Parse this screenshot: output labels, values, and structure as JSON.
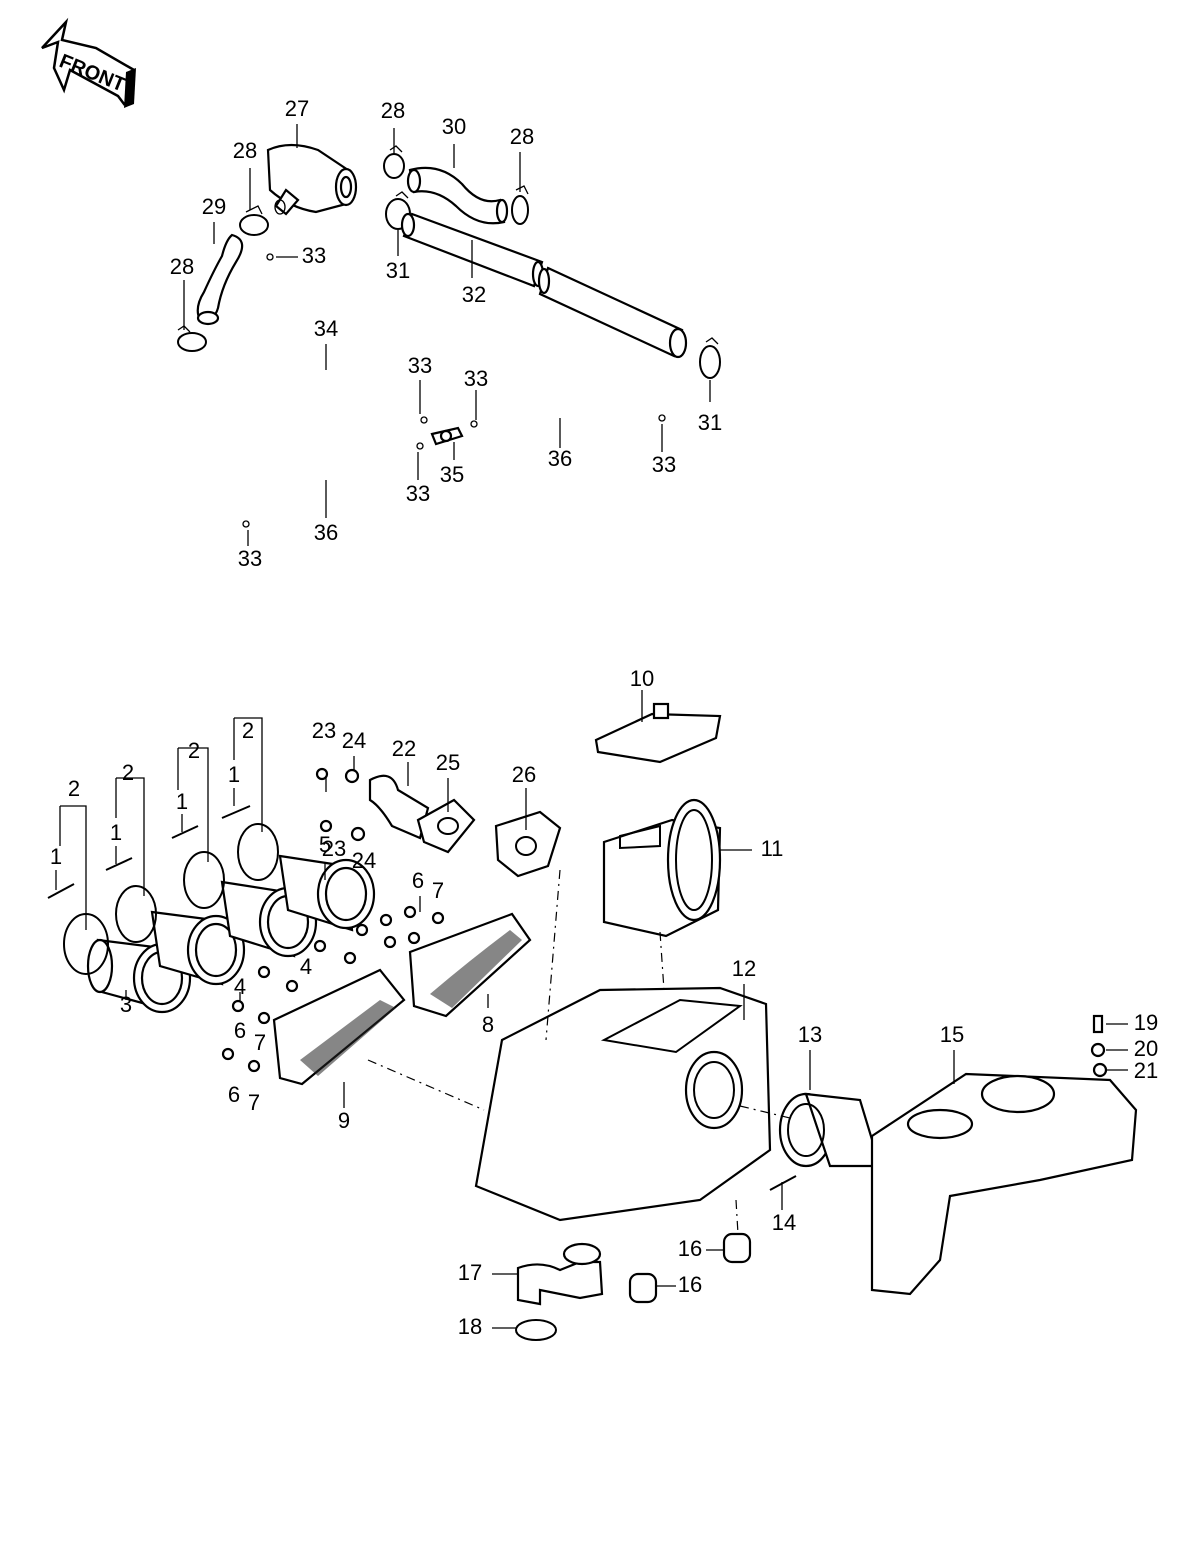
{
  "front_arrow": {
    "text": "FRONT"
  },
  "labels": {
    "l1a": "1",
    "l1b": "1",
    "l1c": "1",
    "l1d": "1",
    "l2a": "2",
    "l2b": "2",
    "l2c": "2",
    "l2d": "2",
    "l3": "3",
    "l4a": "4",
    "l4b": "4",
    "l5": "5",
    "l6a": "6",
    "l6b": "6",
    "l6c": "6",
    "l7a": "7",
    "l7b": "7",
    "l7c": "7",
    "l8": "8",
    "l9": "9",
    "l10": "10",
    "l11": "11",
    "l12": "12",
    "l13": "13",
    "l14": "14",
    "l15": "15",
    "l16a": "16",
    "l16b": "16",
    "l17": "17",
    "l18": "18",
    "l19": "19",
    "l20": "20",
    "l21": "21",
    "l22": "22",
    "l23a": "23",
    "l23b": "23",
    "l24a": "24",
    "l24b": "24",
    "l25": "25",
    "l26": "26",
    "l27": "27",
    "l28a": "28",
    "l28b": "28",
    "l28c": "28",
    "l28d": "28",
    "l29": "29",
    "l30": "30",
    "l31a": "31",
    "l31b": "31",
    "l32": "32",
    "l33a": "33",
    "l33b": "33",
    "l33c": "33",
    "l33d": "33",
    "l33e": "33",
    "l33f": "33",
    "l34": "34",
    "l35": "35",
    "l36a": "36",
    "l36b": "36"
  },
  "colors": {
    "line": "#000000",
    "background": "#ffffff"
  }
}
